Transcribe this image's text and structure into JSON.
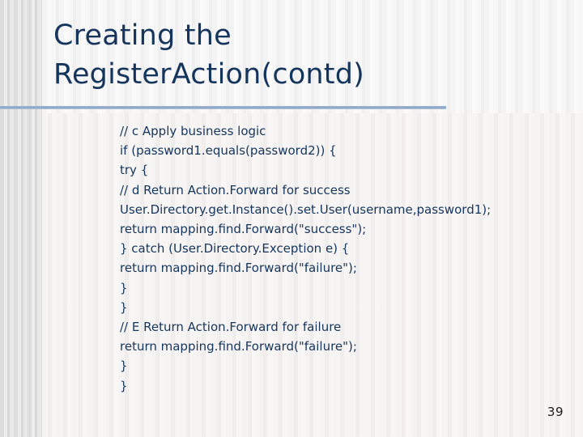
{
  "slide": {
    "title_lines": [
      "Creating the",
      "RegisterAction(contd)"
    ],
    "page_number": "39",
    "colors": {
      "title_text": "#16355c",
      "body_text": "#16355c",
      "rule": "#8ca5c6",
      "background": "#f7f7f7",
      "page_number_text": "#1b1b1b"
    },
    "body_lines": [
      "// c Apply business logic",
      "if (password1.equals(password2)) {",
      "try {",
      "// d Return Action.Forward for success",
      "User.Directory.get.Instance().set.User(username,password1);",
      "return mapping.find.Forward(\"success\");",
      "} catch (User.Directory.Exception e) {",
      "return mapping.find.Forward(\"failure\");",
      "}",
      "}",
      "// E Return Action.Forward for failure",
      "return mapping.find.Forward(\"failure\");",
      "}",
      "}"
    ]
  }
}
